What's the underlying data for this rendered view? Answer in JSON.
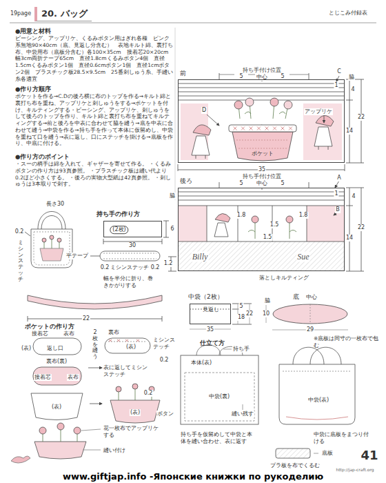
{
  "diagram": {
    "title": "20. バッグ",
    "nodes": [
      {
        "text": [
          "前"
        ]
      },
      {
        "text": [
          "ポケット"
        ],
        "in": 0
      },
      {
        "text": [
          "後ろ"
        ]
      },
      {
        "text": [
          "中袋（2枚）",
          "見返し"
        ]
      },
      {
        "text": [
          "底"
        ]
      },
      {
        "text": [
          "(2枚)"
        ]
      }
    ],
    "labels": [
      "19page",
      "とじこみ付録表",
      "●用意と材料",
      "ビーシング、アップリケ、くるみボタン用はぎれ各種　ピンク系無地90×40cm（底、見返し分含む）　表地キルト綿、裏打ち布、中袋用布（底板分含む）各100×35cm　接着芯20×20cm　幅3cm両折テープ65cm　直径1.8cmくるみボタン4個　直径1.5cmくるみボタン1個　直径0.6cmボタン1個　直径1cmボタン2個　プラスチック板28.5×9.5cm　25番刺しゅう糸、手縫い糸各適宜",
      "●作り方順序",
      "ポケットを作る→C.Dの後ろ横に布のトップを作る→キルト綿と裏打ち布を重ね、アップリケと刺しゅうをする→ポケットを付け、キルティングする・ビーシング、アップリケ、刺しゅうをして後ろのトップを作り、キルト綿と裏打ち布を重ねてキルティングする→前と後ろを中表に合わせて脇を縫う→底を中表に合わせて縫う→中袋を作る→持ち手を作って本体に仮留めし、中袋を重ねて口を縫う→表に返し、口にステッチを掛ける→底板を作り、中底に付ける。",
      "●作り方のポイント",
      "・スーの柄手は綿を入れて、ギャザーを寄せて作る。 ・くるみボタンの作り方は93頁参照。 ・プラスチック板は縫い代より0.2ほど小さくする。 ・後ろの実物大型紙は42頁参照。 ・刺しゅうは3本取りで刺す。",
      "長さ30",
      "0.2",
      "ミシンステッチ",
      "持ち手の作り方",
      "6",
      "30",
      "0.2",
      "0.2",
      "平テープ",
      "ミシンステッチ",
      "幅を半分に折り、巻きかがりする",
      "22",
      "ポケットの作り方",
      "接着芯",
      "表布",
      "(表)",
      "返し口",
      "裏布(裏)",
      "接着芯",
      "表布",
      "2枚を縫う",
      "裏布",
      "(表)",
      "表に返してミシンステッチ",
      "ミシンステッチ",
      "0.2",
      "(表)",
      "0.2",
      "ボタン",
      "(表)",
      "花一枚布でアップリケする",
      "縫い付け",
      "持ち手付け位置",
      "中心",
      "5",
      "5",
      "1",
      "C",
      "脇",
      "4",
      "アップリケ",
      "D",
      "中心",
      "14",
      "22",
      "35",
      "持ち手付け位置",
      "中心",
      "5",
      "5",
      "A",
      "脇",
      "1",
      "4",
      "B",
      "1.8",
      "1.5",
      "1.8",
      "1.5",
      "1.2",
      "Billy",
      "Sue",
      "14",
      "22",
      "落としキルティング",
      "5",
      "18",
      "22",
      "35",
      "中心",
      "脇",
      "10",
      "29",
      "※底板は同寸の一枚布で包む",
      "仕立て方",
      "持ち手",
      "本体(表)",
      "中袋(裏)",
      "縫い残す",
      "持ち手を仮留めして中袋と本体を縫い合わせ、表に返す",
      "中袋(表)",
      "中袋に底板をまつり付ける",
      "底板",
      "プラ板を布でくるむ",
      "41",
      "http://jap-craft.org",
      "www.giftjap.info -Японские книжки по рукоделию"
    ]
  }
}
